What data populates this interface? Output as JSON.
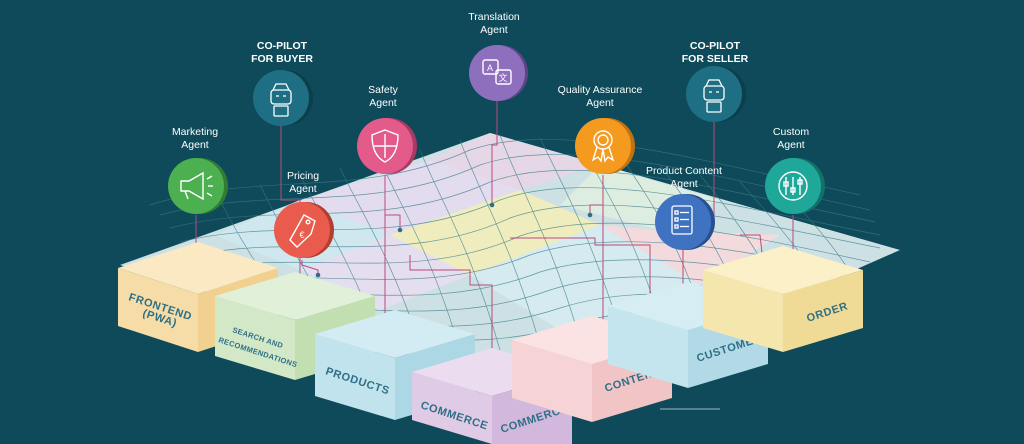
{
  "agents": {
    "translation": [
      "Translation",
      "Agent"
    ],
    "buyer": [
      "CO-PILOT",
      "FOR BUYER"
    ],
    "seller": [
      "CO-PILOT",
      "FOR SELLER"
    ],
    "safety": [
      "Safety",
      "Agent"
    ],
    "qa": [
      "Quality Assurance",
      "Agent"
    ],
    "marketing": [
      "Marketing",
      "Agent"
    ],
    "custom": [
      "Custom",
      "Agent"
    ],
    "pricing": [
      "Pricing",
      "Agent"
    ],
    "content": [
      "Product Content",
      "Agent"
    ]
  },
  "blocks": {
    "frontend": [
      "FRONTEND",
      "(PWA)"
    ],
    "search": [
      "SEARCH AND",
      "RECOMMENDATIONS"
    ],
    "products": "PRODUCTS",
    "commerce1": "COMMERCE",
    "commerce2": "COMMERCE",
    "content": "CONTENT",
    "customer": "CUSTOMER",
    "order": "ORDER"
  },
  "colors": {
    "background": "#0e4a5a",
    "translation": "#8e6fbe",
    "buyer": "#1f6f84",
    "seller": "#1f6f84",
    "safety": "#e25b8a",
    "qa": "#f49a1f",
    "marketing": "#4caf50",
    "custom": "#1fa79a",
    "pricing": "#e95b4c",
    "content": "#3f72c0",
    "connector": "#b84a7e"
  },
  "icons": {
    "translation": "translate-icon",
    "buyer": "robot-icon",
    "seller": "robot-icon",
    "safety": "shield-icon",
    "qa": "medal-icon",
    "marketing": "megaphone-icon",
    "custom": "sliders-icon",
    "pricing": "price-tag-icon",
    "content": "document-list-icon"
  }
}
